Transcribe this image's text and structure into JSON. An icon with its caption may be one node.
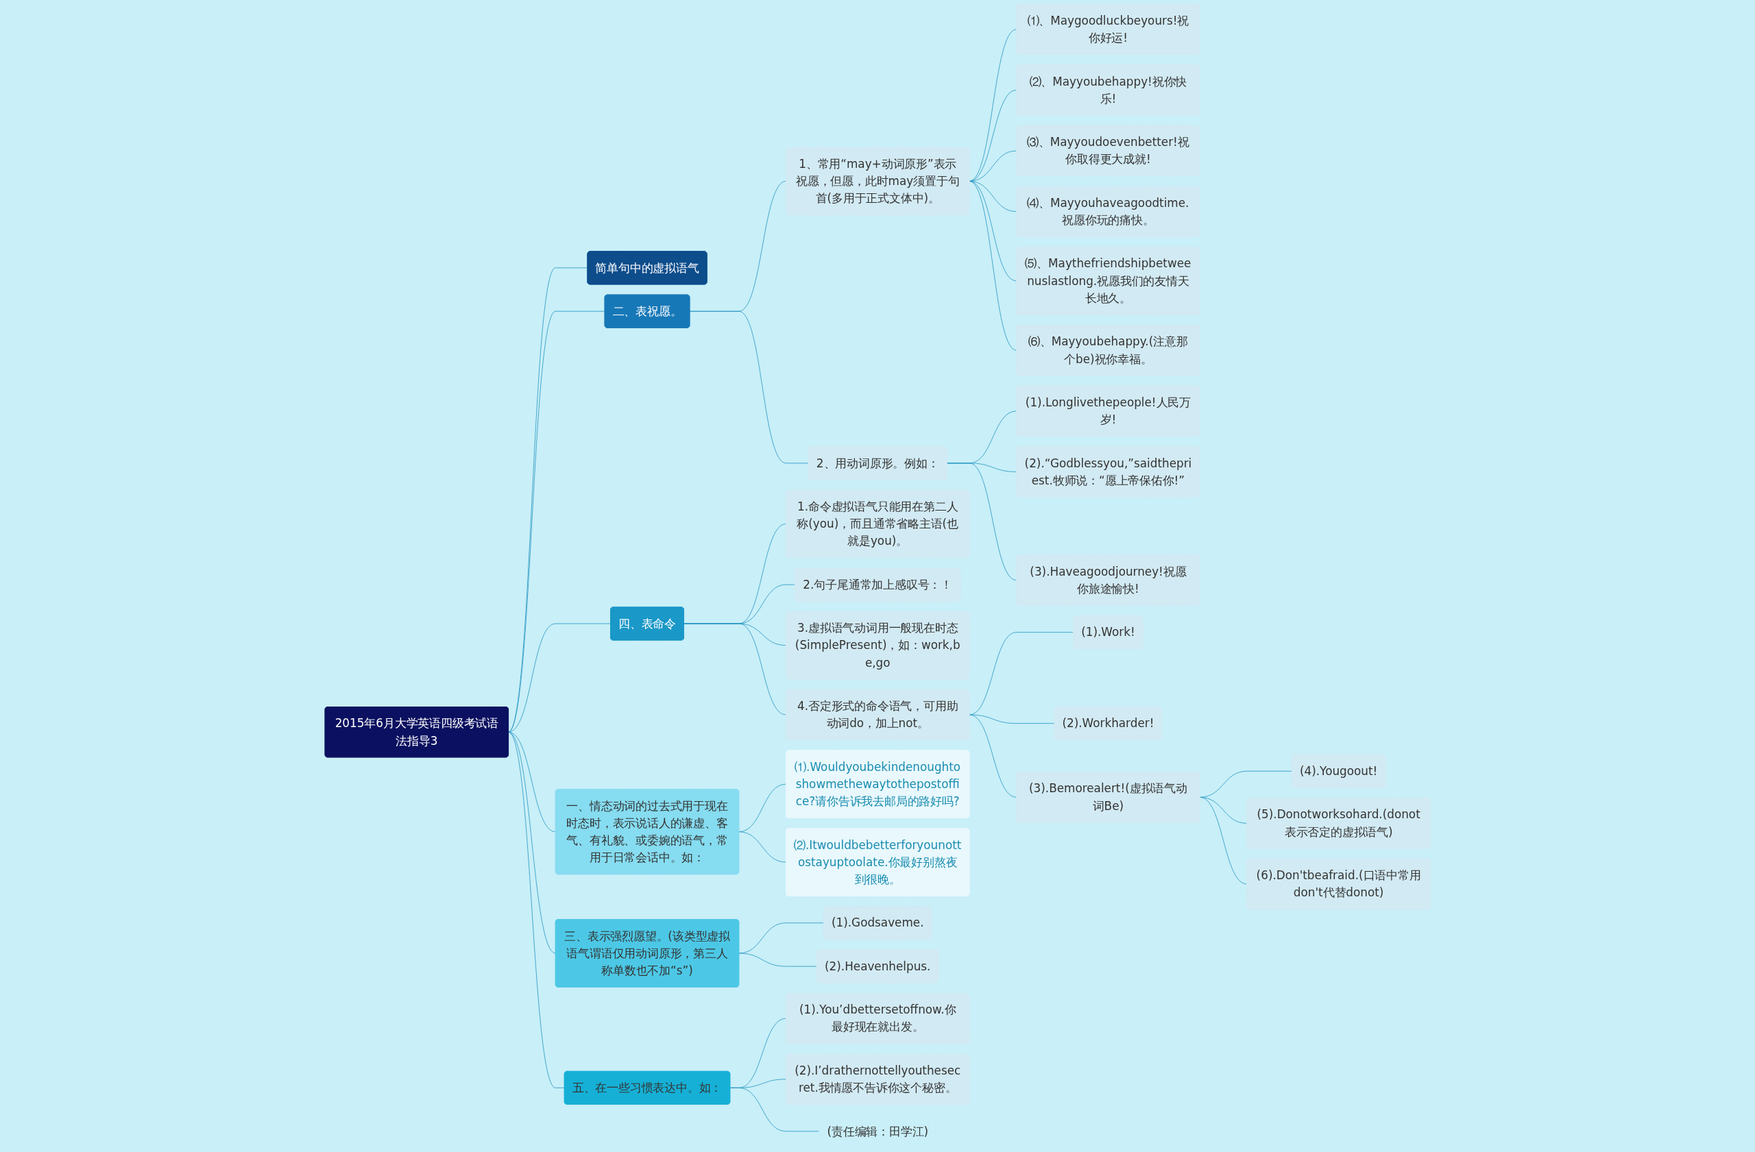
{
  "diagram": {
    "nodes": [
      {
        "text": [
          "2015年6月大学英语四级考试语法指导3"
        ]
      },
      {
        "text": [
          "简单句中的虚拟语气"
        ]
      },
      {
        "text": [
          "二、表祝愿。"
        ]
      },
      {
        "text": [
          "1、常用“may+动词原形”表示祝愿，但愿，此时may须置于句首(多用于正式文体中)。"
        ]
      },
      {
        "text": [
          "⑴、Maygoodluckbeyours!祝你好运!"
        ]
      },
      {
        "text": [
          "⑵、Mayyoubehappy!祝你快乐!"
        ]
      },
      {
        "text": [
          "⑶、Mayyoudoevenbetter!祝你取得更大成就!"
        ]
      },
      {
        "text": [
          "⑷、Mayyouhaveagoodtime.祝愿你玩的痛快。"
        ]
      },
      {
        "text": [
          "⑸、Maythefriendshipbetweenuslastlong.祝愿我们的友情天长地久。"
        ]
      },
      {
        "text": [
          "⑹、Mayyoubehappy.(注意那个be)祝你幸福。"
        ]
      },
      {
        "text": [
          "2、用动词原形。例如："
        ]
      },
      {
        "text": [
          "(1).Longlivethepeople!人民万岁!"
        ]
      },
      {
        "text": [
          "(2).“Godblessyou,”saidthepriest.牧师说：“愿上帝保佑你!”"
        ]
      },
      {
        "text": [
          "(3).Haveagoodjourney!祝愿你旅途愉快!"
        ]
      },
      {
        "text": [
          "四、表命令"
        ]
      },
      {
        "text": [
          "1.命令虚拟语气只能用在第二人称(you)，而且通常省略主语(也就是you)。"
        ]
      },
      {
        "text": [
          "2.句子尾通常加上感叹号：！"
        ]
      },
      {
        "text": [
          "3.虚拟语气动词用一般现在时态(SimplePresent)，如：work,be,go"
        ]
      },
      {
        "text": [
          "4.否定形式的命令语气，可用助动词do，加上not。"
        ]
      },
      {
        "text": [
          "(1).Work!"
        ]
      },
      {
        "text": [
          "(2).Workharder!"
        ]
      },
      {
        "text": [
          "(3).Bemorealert!(虚拟语气动词Be)"
        ]
      },
      {
        "text": [
          "(4).Yougoout!"
        ]
      },
      {
        "text": [
          "(5).Donotworksohard.(donot表示否定的虚拟语气)"
        ]
      },
      {
        "text": [
          "(6).Don'tbeafraid.(口语中常用don't代替donot)"
        ]
      },
      {
        "text": [
          "一、情态动词的过去式用于现在时态时，表示说话人的谦虚、客气、有礼貌、或委婉的语气，常用于日常会话中。如："
        ]
      },
      {
        "text": [
          "⑴.Wouldyoubekindenoughtoshowmethewaytothepostoffice?请你告诉我去邮局的路好吗?"
        ]
      },
      {
        "text": [
          "⑵.Itwouldbebetterforyounottostayuptoolate.你最好别熬夜到很晚。"
        ]
      },
      {
        "text": [
          "三、表示强烈愿望。(该类型虚拟语气谓语仅用动词原形，第三人称单数也不加“s”)"
        ]
      },
      {
        "text": [
          "(1).Godsaveme."
        ]
      },
      {
        "text": [
          "(2).Heavenhelpus."
        ]
      },
      {
        "text": [
          "五、在一些习惯表达中。如："
        ]
      },
      {
        "text": [
          "(1).You’dbettersetoffnow.你最好现在就出发。"
        ]
      },
      {
        "text": [
          "(2).I’drathernottellyouthesecret.我情愿不告诉你这个秘密。"
        ]
      },
      {
        "text": [
          "(责任编辑：田学江)"
        ]
      }
    ],
    "edges": [
      {
        "from": 0,
        "to": 1,
        "arrow": "none"
      },
      {
        "from": 0,
        "to": 2,
        "arrow": "none"
      },
      {
        "from": 2,
        "to": 3,
        "arrow": "none"
      },
      {
        "from": 3,
        "to": 4,
        "arrow": "none"
      },
      {
        "from": 3,
        "to": 5,
        "arrow": "none"
      },
      {
        "from": 3,
        "to": 6,
        "arrow": "none"
      },
      {
        "from": 3,
        "to": 7,
        "arrow": "none"
      },
      {
        "from": 3,
        "to": 8,
        "arrow": "none"
      },
      {
        "from": 3,
        "to": 9,
        "arrow": "none"
      },
      {
        "from": 2,
        "to": 10,
        "arrow": "none"
      },
      {
        "from": 10,
        "to": 11,
        "arrow": "none"
      },
      {
        "from": 10,
        "to": 12,
        "arrow": "none"
      },
      {
        "from": 10,
        "to": 13,
        "arrow": "none"
      },
      {
        "from": 0,
        "to": 14,
        "arrow": "none"
      },
      {
        "from": 14,
        "to": 15,
        "arrow": "none"
      },
      {
        "from": 14,
        "to": 16,
        "arrow": "none"
      },
      {
        "from": 14,
        "to": 17,
        "arrow": "none"
      },
      {
        "from": 14,
        "to": 18,
        "arrow": "none"
      },
      {
        "from": 18,
        "to": 19,
        "arrow": "none"
      },
      {
        "from": 18,
        "to": 20,
        "arrow": "none"
      },
      {
        "from": 18,
        "to": 21,
        "arrow": "none"
      },
      {
        "from": 21,
        "to": 22,
        "arrow": "none"
      },
      {
        "from": 21,
        "to": 23,
        "arrow": "none"
      },
      {
        "from": 21,
        "to": 24,
        "arrow": "none"
      },
      {
        "from": 0,
        "to": 25,
        "arrow": "none"
      },
      {
        "from": 25,
        "to": 26,
        "arrow": "none"
      },
      {
        "from": 25,
        "to": 27,
        "arrow": "none"
      },
      {
        "from": 0,
        "to": 28,
        "arrow": "none"
      },
      {
        "from": 28,
        "to": 29,
        "arrow": "none"
      },
      {
        "from": 28,
        "to": 30,
        "arrow": "none"
      },
      {
        "from": 0,
        "to": 31,
        "arrow": "none"
      },
      {
        "from": 31,
        "to": 32,
        "arrow": "none"
      },
      {
        "from": 31,
        "to": 33,
        "arrow": "none"
      },
      {
        "from": 31,
        "to": 34,
        "arrow": "none"
      }
    ]
  }
}
